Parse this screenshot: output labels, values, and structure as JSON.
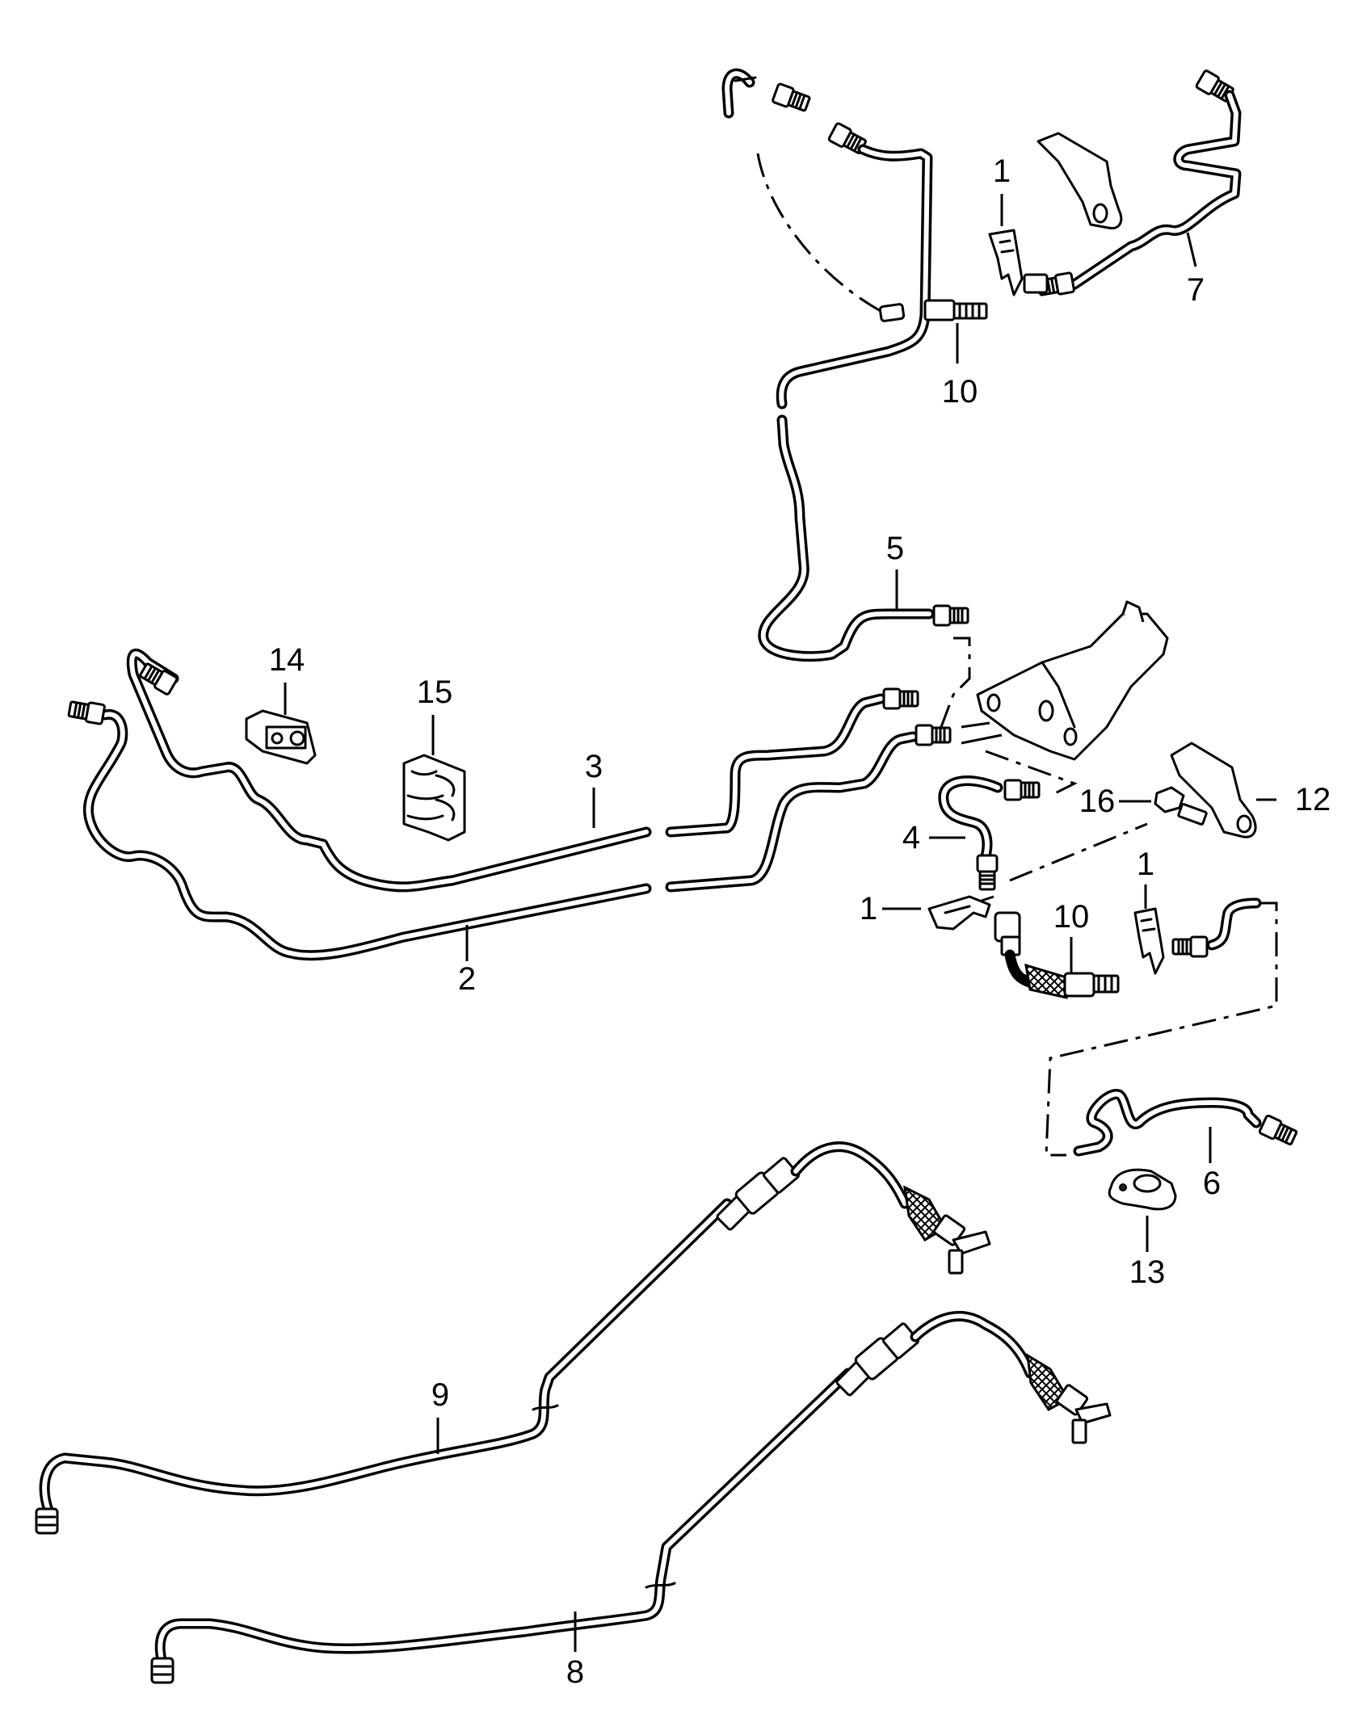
{
  "callouts": [
    {
      "id": "c1a",
      "text": "1"
    },
    {
      "id": "c7",
      "text": "7"
    },
    {
      "id": "c10a",
      "text": "10"
    },
    {
      "id": "c5",
      "text": "5"
    },
    {
      "id": "c14",
      "text": "14"
    },
    {
      "id": "c15",
      "text": "15"
    },
    {
      "id": "c3",
      "text": "3"
    },
    {
      "id": "c12",
      "text": "12"
    },
    {
      "id": "c16",
      "text": "16"
    },
    {
      "id": "c4",
      "text": "4"
    },
    {
      "id": "c1b",
      "text": "1"
    },
    {
      "id": "c1c",
      "text": "1"
    },
    {
      "id": "c10b",
      "text": "10"
    },
    {
      "id": "c2",
      "text": "2"
    },
    {
      "id": "c6",
      "text": "6"
    },
    {
      "id": "c13",
      "text": "13"
    },
    {
      "id": "c9",
      "text": "9"
    },
    {
      "id": "c8",
      "text": "8"
    }
  ]
}
